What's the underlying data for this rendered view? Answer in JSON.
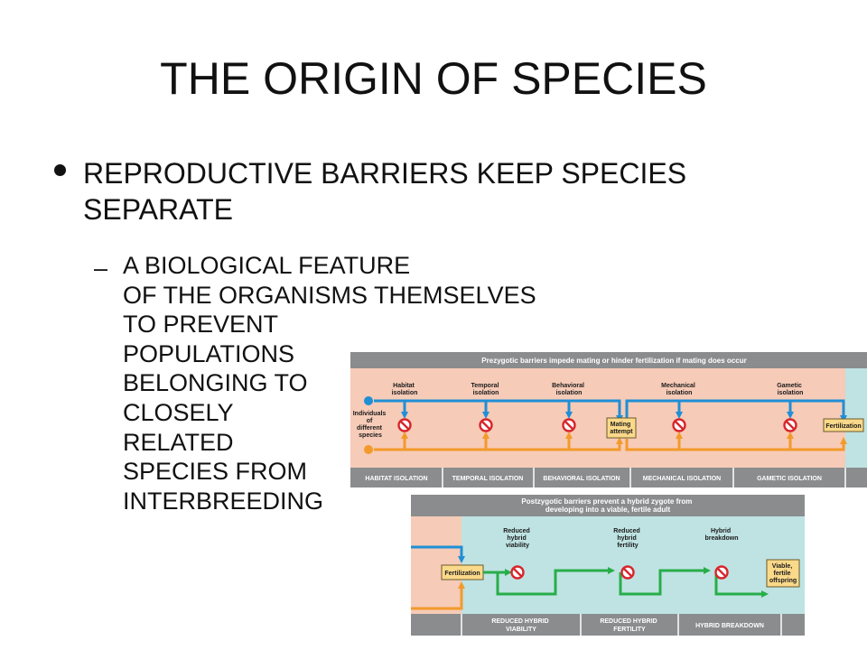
{
  "slide": {
    "title": "THE ORIGIN OF SPECIES",
    "bullet": "REPRODUCTIVE BARRIERS KEEP SPECIES SEPARATE",
    "sub_bullet": "A BIOLOGICAL FEATURE OF THE ORGANISMS THEMSELVES TO PREVENT POPULATIONS BELONGING TO CLOSELY RELATED SPECIES FROM INTERBREEDING",
    "sub_lines": [
      "A BIOLOGICAL FEATURE",
      "OF THE ORGANISMS THEMSELVES",
      "TO PREVENT",
      "POPULATIONS",
      "BELONGING TO",
      "CLOSELY",
      "RELATED",
      "SPECIES FROM",
      "INTERBREEDING"
    ]
  },
  "prezygotic": {
    "header": "Prezygotic barriers impede mating or hinder fertilization if mating does occur",
    "individuals_lines": [
      "Individuals",
      "of",
      "different",
      "species"
    ],
    "barrier_labels": [
      [
        "Habitat",
        "isolation"
      ],
      [
        "Temporal",
        "isolation"
      ],
      [
        "Behavioral",
        "isolation"
      ],
      [
        "Mechanical",
        "isolation"
      ],
      [
        "Gametic",
        "isolation"
      ]
    ],
    "mating_attempt_lines": [
      "Mating",
      "attempt"
    ],
    "fertilization": "Fertilization",
    "footer_labels": [
      "HABITAT ISOLATION",
      "TEMPORAL ISOLATION",
      "BEHAVIORAL ISOLATION",
      "MECHANICAL ISOLATION",
      "GAMETIC ISOLATION"
    ]
  },
  "postzygotic": {
    "header_lines": [
      "Postzygotic barriers prevent a hybrid zygote from",
      "developing into a viable, fertile adult"
    ],
    "fertilization": "Fertilization",
    "barrier_labels": [
      [
        "Reduced",
        "hybrid",
        "viability"
      ],
      [
        "Reduced",
        "hybrid",
        "fertility"
      ],
      [
        "Hybrid",
        "breakdown"
      ]
    ],
    "outcome_lines": [
      "Viable,",
      "fertile",
      "offspring"
    ],
    "footer_labels": [
      [
        "REDUCED HYBRID",
        "VIABILITY"
      ],
      [
        "REDUCED HYBRID",
        "FERTILITY"
      ],
      [
        "HYBRID BREAKDOWN"
      ]
    ]
  },
  "colors": {
    "header_gray": "#8a8c8e",
    "pre_bg": "#f6cbb7",
    "post_bg": "#bfe3e3",
    "blue_arrow": "#1f8fd6",
    "orange_arrow": "#f39a2b",
    "green_arrow": "#27ae48",
    "box_fill": "#fbd98a",
    "no_sign": "#d7262c"
  }
}
